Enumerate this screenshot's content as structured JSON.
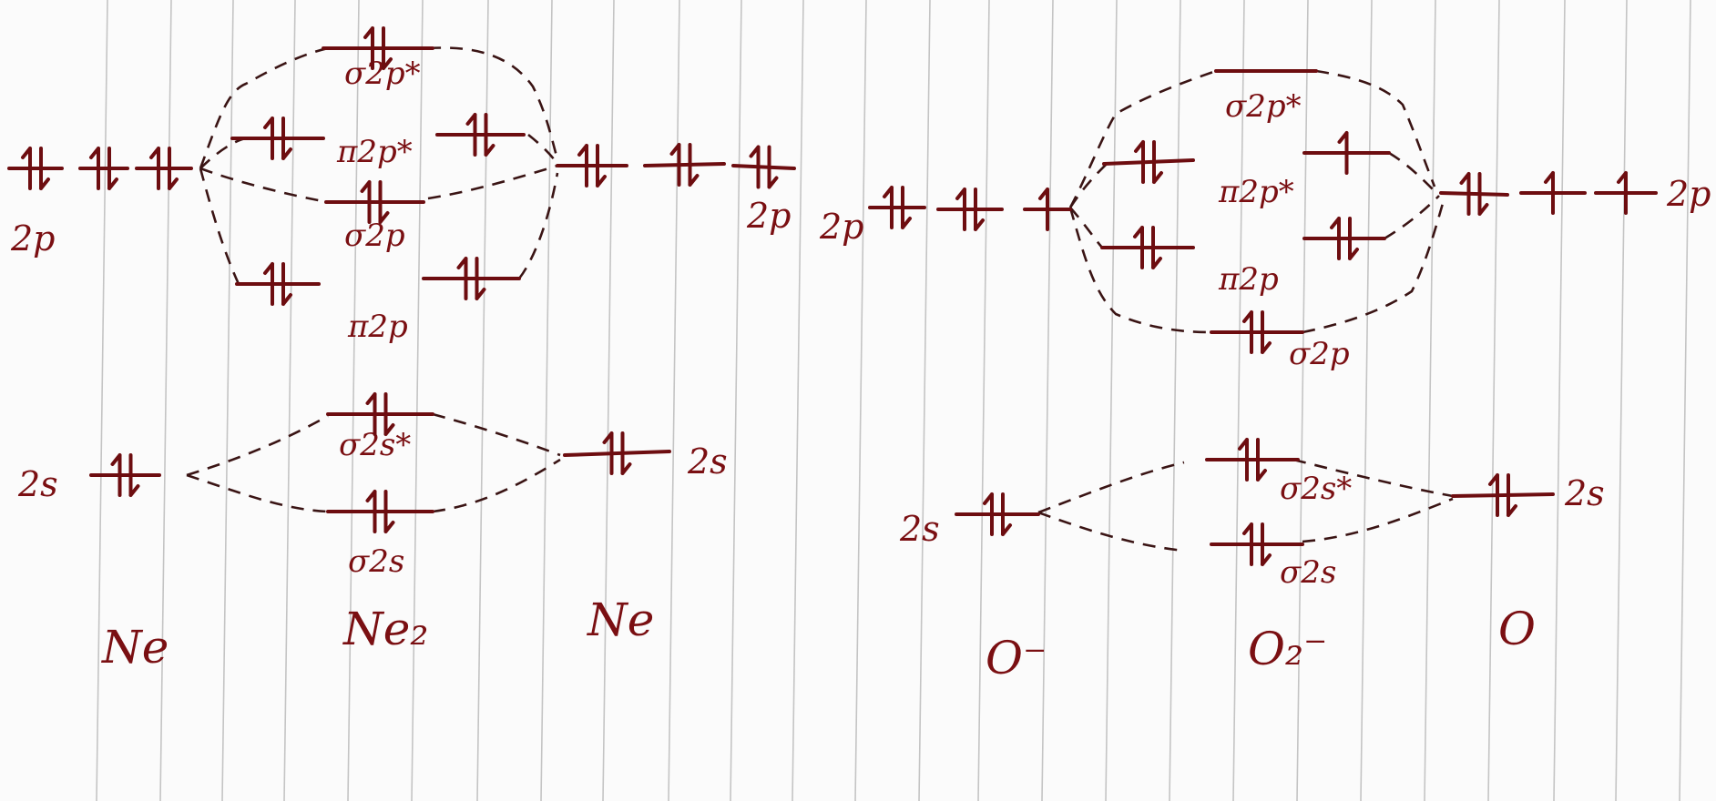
{
  "page": {
    "ink_color": "#7a0f12",
    "line_color": "#c4c4c4",
    "background": "#fbfbfb"
  },
  "left_diagram": {
    "atom_left": {
      "name": "Ne",
      "label_2p": "2p",
      "label_2s": "2s",
      "p_electrons": [
        "↑↓",
        "↑↓",
        "↑↓"
      ],
      "s_electrons": "↑↓"
    },
    "molecule": {
      "name": "Ne₂",
      "orbitals": {
        "sigma2p_star": {
          "label": "σ2p*",
          "electrons": "↑↓"
        },
        "pi2p_star": {
          "label": "π2p*",
          "electrons": [
            "↑↓",
            "↑↓"
          ]
        },
        "sigma2p": {
          "label": "σ2p",
          "electrons": "↑↓"
        },
        "pi2p": {
          "label": "π2p",
          "electrons": [
            "↑↓",
            "↑↓"
          ]
        },
        "sigma2s_star": {
          "label": "σ2s*",
          "electrons": "↑↓"
        },
        "sigma2s": {
          "label": "σ2s",
          "electrons": "↑↓"
        }
      }
    },
    "atom_right": {
      "name": "Ne",
      "label_2p": "2p",
      "label_2s": "2s",
      "p_electrons": [
        "↑↓",
        "↑↓",
        "↑↓"
      ],
      "s_electrons": "↑↓"
    }
  },
  "right_diagram": {
    "atom_left": {
      "name": "O⁻",
      "label_2p": "2p",
      "label_2s": "2s",
      "p_electrons": [
        "↑↓",
        "↑↓",
        "↑"
      ],
      "s_electrons": "↑↓"
    },
    "molecule": {
      "name": "O₂⁻",
      "orbitals": {
        "sigma2p_star": {
          "label": "σ2p*",
          "electrons": ""
        },
        "pi2p_star": {
          "label": "π2p*",
          "electrons": [
            "↑↓",
            "↑"
          ]
        },
        "pi2p": {
          "label": "π2p",
          "electrons": [
            "↑↓",
            "↑↓"
          ]
        },
        "sigma2p": {
          "label": "σ2p",
          "electrons": "↑↓"
        },
        "sigma2s_star": {
          "label": "σ2s*",
          "electrons": "↑↓"
        },
        "sigma2s": {
          "label": "σ2s",
          "electrons": "↑↓"
        }
      }
    },
    "atom_right": {
      "name": "O",
      "label_2p": "2p",
      "label_2s": "2s",
      "p_electrons": [
        "↑↓",
        "↑",
        "↑"
      ],
      "s_electrons": "↑↓"
    }
  }
}
